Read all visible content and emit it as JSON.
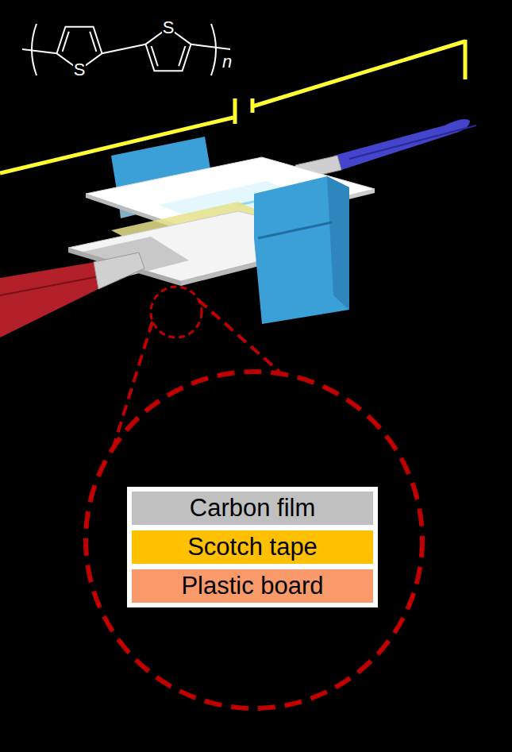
{
  "diagram": {
    "labels": [
      "S",
      "S",
      "n"
    ],
    "legend": [
      {
        "text": "Carbon film",
        "color": "#c0c0c0"
      },
      {
        "text": "Scotch tape",
        "color": "#ffc000"
      },
      {
        "text": "Plastic board",
        "color": "#fa9a6a"
      }
    ]
  }
}
